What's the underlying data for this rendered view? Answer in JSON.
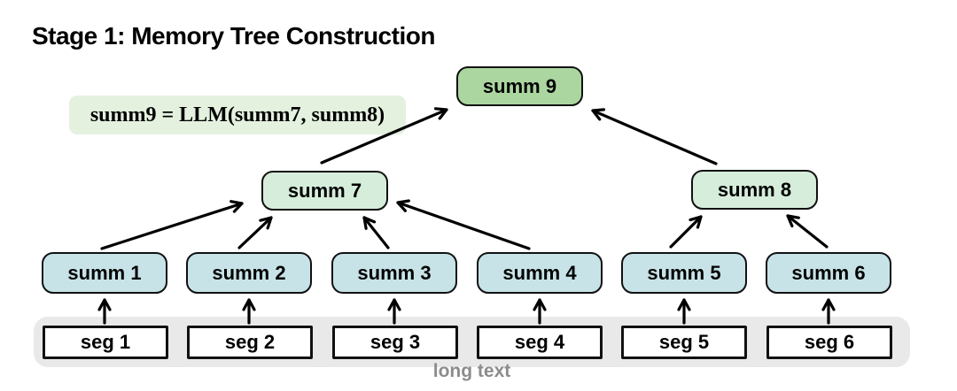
{
  "title": "Stage 1: Memory Tree Construction",
  "formula": {
    "text": "summ9 = LLM(summ7, summ8)"
  },
  "tree": {
    "root": {
      "label": "summ 9"
    },
    "mid": [
      {
        "label": "summ 7"
      },
      {
        "label": "summ 8"
      }
    ],
    "leaves": [
      {
        "label": "summ 1"
      },
      {
        "label": "summ 2"
      },
      {
        "label": "summ 3"
      },
      {
        "label": "summ 4"
      },
      {
        "label": "summ 5"
      },
      {
        "label": "summ 6"
      }
    ],
    "segments": [
      {
        "label": "seg 1"
      },
      {
        "label": "seg 2"
      },
      {
        "label": "seg 3"
      },
      {
        "label": "seg 4"
      },
      {
        "label": "seg 5"
      },
      {
        "label": "seg 6"
      }
    ]
  },
  "band": {
    "label": "long text"
  },
  "edges": [
    {
      "from": "seg 1",
      "to": "summ 1"
    },
    {
      "from": "seg 2",
      "to": "summ 2"
    },
    {
      "from": "seg 3",
      "to": "summ 3"
    },
    {
      "from": "seg 4",
      "to": "summ 4"
    },
    {
      "from": "seg 5",
      "to": "summ 5"
    },
    {
      "from": "seg 6",
      "to": "summ 6"
    },
    {
      "from": "summ 1",
      "to": "summ 7"
    },
    {
      "from": "summ 2",
      "to": "summ 7"
    },
    {
      "from": "summ 3",
      "to": "summ 7"
    },
    {
      "from": "summ 4",
      "to": "summ 7"
    },
    {
      "from": "summ 5",
      "to": "summ 8"
    },
    {
      "from": "summ 6",
      "to": "summ 8"
    },
    {
      "from": "summ 7",
      "to": "summ 9"
    },
    {
      "from": "summ 8",
      "to": "summ 9"
    }
  ],
  "colors": {
    "root_fill": "#abd6a0",
    "mid_fill": "#d5edda",
    "leaf_fill": "#c7e3e8",
    "segment_fill": "#ffffff",
    "formula_bg": "#e4f1df",
    "band_fill": "#e9e9e9",
    "band_label_color": "#8c8c8c",
    "border": "#111111",
    "arrow": "#000000"
  }
}
